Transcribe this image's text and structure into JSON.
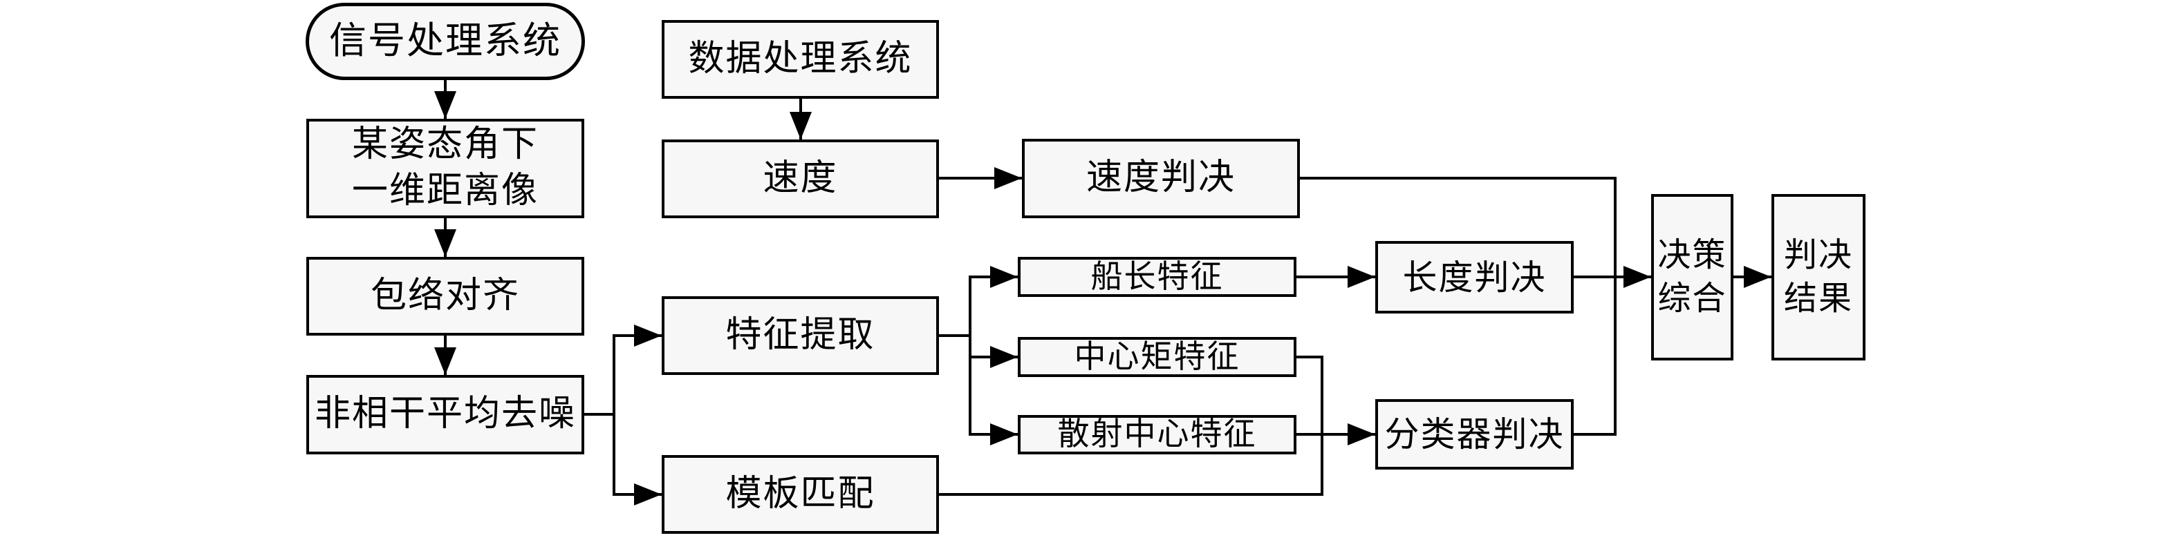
{
  "theme": {
    "page_bg": "#ffffff",
    "box_fill": "#f7f7f7",
    "box_border": "#000000",
    "line_color": "#000000",
    "text_color": "#000000"
  },
  "diagram": {
    "type": "flowchart",
    "nodes": {
      "signal_system": {
        "shape": "ellipse",
        "label": "信号处理系统"
      },
      "range_profile": {
        "shape": "rect",
        "line1": "某姿态角下",
        "line2": "一维距离像"
      },
      "envelope_align": {
        "shape": "rect",
        "label": "包络对齐"
      },
      "denoise": {
        "shape": "rect",
        "label": "非相干平均去噪"
      },
      "data_system": {
        "shape": "rect",
        "label": "数据处理系统"
      },
      "speed": {
        "shape": "rect",
        "label": "速度"
      },
      "speed_decision": {
        "shape": "rect",
        "label": "速度判决"
      },
      "feature_extraction": {
        "shape": "rect",
        "label": "特征提取"
      },
      "template_matching": {
        "shape": "rect",
        "label": "模板匹配"
      },
      "ship_length": {
        "shape": "rect",
        "label": "船长特征"
      },
      "central_moment": {
        "shape": "rect",
        "label": "中心矩特征"
      },
      "scattering_center": {
        "shape": "rect",
        "label": "散射中心特征"
      },
      "length_decision": {
        "shape": "rect",
        "label": "长度判决"
      },
      "classifier_decision": {
        "shape": "rect",
        "label": "分类器判决"
      },
      "decision_fusion": {
        "shape": "rect",
        "line1": "决策",
        "line2": "综合"
      },
      "result": {
        "shape": "rect",
        "line1": "判决",
        "line2": "结果"
      }
    },
    "edges": [
      {
        "from": "signal_system",
        "to": "range_profile",
        "arrow": true
      },
      {
        "from": "range_profile",
        "to": "envelope_align",
        "arrow": true
      },
      {
        "from": "envelope_align",
        "to": "denoise",
        "arrow": true
      },
      {
        "from": "data_system",
        "to": "speed",
        "arrow": true
      },
      {
        "from": "speed",
        "to": "speed_decision",
        "arrow": true
      },
      {
        "from": "denoise",
        "to": "feature_extraction",
        "arrow": true
      },
      {
        "from": "denoise",
        "to": "template_matching",
        "arrow": true
      },
      {
        "from": "feature_extraction",
        "to": "ship_length",
        "arrow": true
      },
      {
        "from": "feature_extraction",
        "to": "central_moment",
        "arrow": true
      },
      {
        "from": "feature_extraction",
        "to": "scattering_center",
        "arrow": true
      },
      {
        "from": "ship_length",
        "to": "length_decision",
        "arrow": true
      },
      {
        "from": "central_moment",
        "to": "classifier_decision",
        "arrow": true
      },
      {
        "from": "scattering_center",
        "to": "classifier_decision",
        "arrow": true
      },
      {
        "from": "template_matching",
        "to": "classifier_decision",
        "arrow": true
      },
      {
        "from": "speed_decision",
        "to": "decision_fusion",
        "arrow": true
      },
      {
        "from": "length_decision",
        "to": "decision_fusion",
        "arrow": true
      },
      {
        "from": "classifier_decision",
        "to": "decision_fusion",
        "arrow": true
      },
      {
        "from": "decision_fusion",
        "to": "result",
        "arrow": true
      }
    ]
  }
}
